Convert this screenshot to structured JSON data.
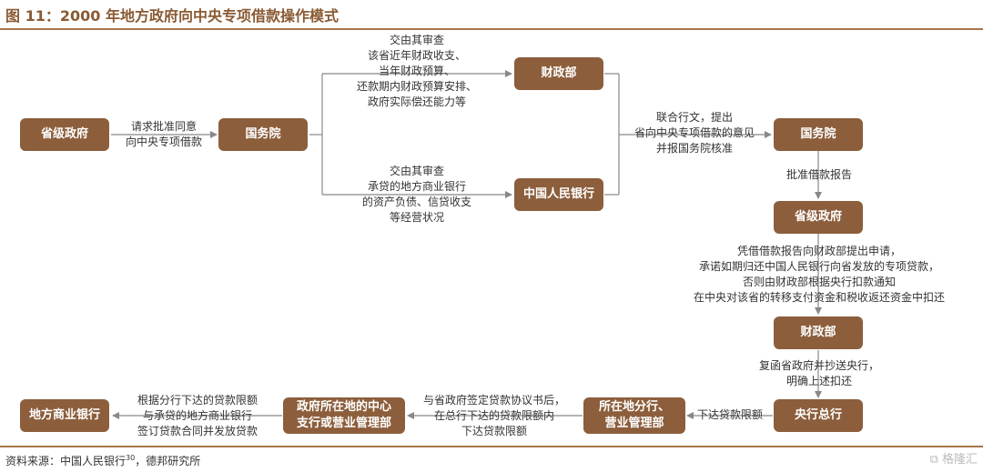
{
  "title": "图 11：2000 年地方政府向中央专项借款操作模式",
  "nodes": {
    "provincial_gov_1": "省级政府",
    "state_council_1": "国务院",
    "ministry_finance_1": "财政部",
    "pboc": "中国人民银行",
    "state_council_2": "国务院",
    "provincial_gov_2": "省级政府",
    "ministry_finance_2": "财政部",
    "central_branch": "央行总行",
    "local_branch": "所在地分行、\n营业管理部",
    "central_sub_branch": "政府所在地的中心\n支行或营业管理部",
    "local_commercial_bank": "地方商业银行"
  },
  "edges": {
    "request": "请求批准同意\n向中央专项借款",
    "to_mof": "交由其审查\n该省近年财政收支、\n当年财政预算、\n还款期内财政预算安排、\n政府实际偿还能力等",
    "to_pboc": "交由其审查\n承贷的地方商业银行\n的资产负债、信贷收支\n等经营状况",
    "joint": "联合行文，提出\n省向中央专项借款的意见\n并报国务院核准",
    "approve": "批准借款报告",
    "apply": "凭借借款报告向财政部提出申请，\n承诺如期归还中国人民银行向省发放的专项贷款，\n否则由财政部根据央行扣款通知\n在中央对该省的转移支付资金和税收返还资金中扣还",
    "reply": "复函省政府并抄送央行，\n明确上述扣还",
    "limit": "下达贷款限额",
    "sign": "与省政府签定贷款协议书后，\n在总行下达的贷款限额内\n下达贷款限额",
    "contract": "根据分行下达的贷款限额\n与承贷的地方商业银行\n签订贷款合同并发放贷款"
  },
  "source": {
    "text": "资料来源：中国人民银行",
    "footnote": "30",
    "rest": "，德邦研究所"
  },
  "watermark": "格隆汇",
  "colors": {
    "node_fill": "#8c5e3c",
    "rule": "#a8744a",
    "title": "#8a5a33",
    "line": "#888888"
  }
}
